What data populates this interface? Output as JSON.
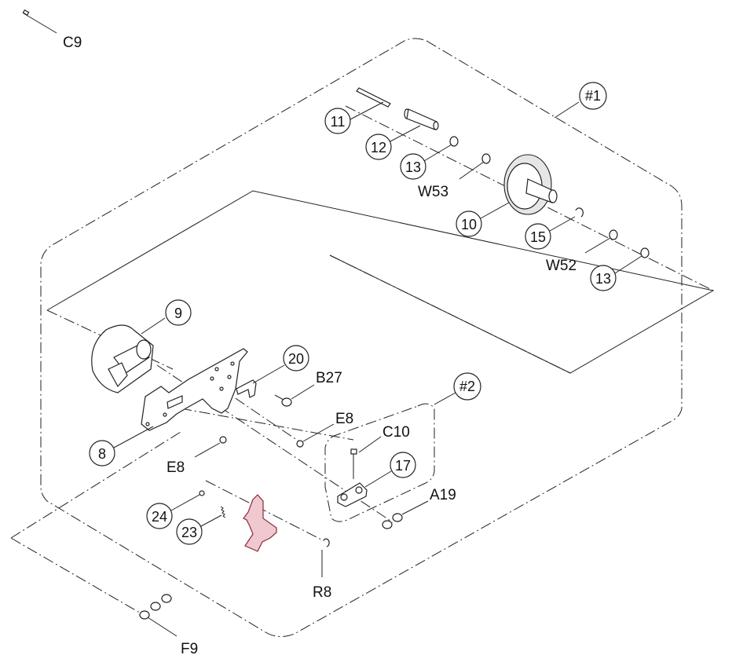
{
  "labels": {
    "c9": "C9",
    "g1": "#1",
    "g2": "#2",
    "p11": "11",
    "p12": "12",
    "p13a": "13",
    "w53": "W53",
    "p10": "10",
    "p15": "15",
    "w52": "W52",
    "p13b": "13",
    "p9": "9",
    "p20": "20",
    "b27": "B27",
    "e8a": "E8",
    "c10": "C10",
    "p17": "17",
    "a19": "A19",
    "p8": "8",
    "e8b": "E8",
    "p24": "24",
    "p23": "23",
    "r8": "R8",
    "f9": "F9"
  },
  "colors": {
    "highlight_part": "#efc9cf",
    "line": "#222222"
  }
}
